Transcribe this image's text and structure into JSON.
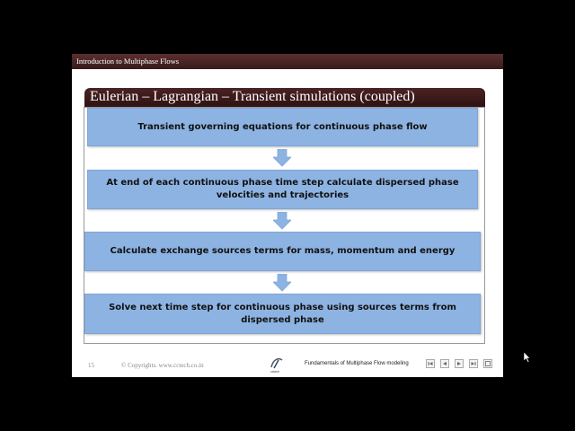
{
  "header": {
    "course_title": "Introduction to Multiphase Flows"
  },
  "slide": {
    "title": "Eulerian – Lagrangian – Transient simulations (coupled)",
    "steps": [
      "Transient governing equations for continuous phase flow",
      "At end of each continuous phase time step calculate dispersed phase velocities and trajectories",
      "Calculate exchange sources terms for mass, momentum and energy",
      "Solve next time step for continuous phase using sources terms from dispersed phase"
    ]
  },
  "footer": {
    "page_number": "15",
    "copyright": "© Copyrights. www.cctech.co.in",
    "logo_text": "cctech",
    "course_name": "Fundamentals of Multiphase Flow modeling",
    "nav_icons": [
      "first-slide-icon",
      "previous-slide-icon",
      "next-slide-icon",
      "last-slide-icon",
      "fullscreen-icon"
    ]
  },
  "colors": {
    "step_fill": "#8db3e2",
    "arrow_fill": "#8db3e2",
    "title_bar": "#3a1a1a",
    "background": "#000000"
  }
}
